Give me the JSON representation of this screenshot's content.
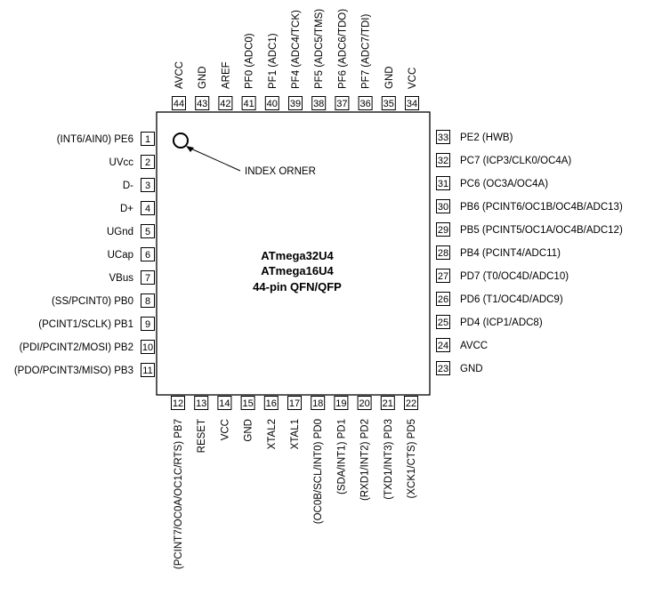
{
  "chip": {
    "lines": [
      "ATmega32U4",
      "ATmega16U4",
      "44-pin QFN/QFP"
    ],
    "index_label": "INDEX ORNER"
  },
  "pins": {
    "left": [
      {
        "n": "1",
        "label": "(INT6/AIN0) PE6"
      },
      {
        "n": "2",
        "label": "UVcc"
      },
      {
        "n": "3",
        "label": "D-"
      },
      {
        "n": "4",
        "label": "D+"
      },
      {
        "n": "5",
        "label": "UGnd"
      },
      {
        "n": "6",
        "label": "UCap"
      },
      {
        "n": "7",
        "label": "VBus"
      },
      {
        "n": "8",
        "label": "(SS/PCINT0) PB0"
      },
      {
        "n": "9",
        "label": "(PCINT1/SCLK) PB1"
      },
      {
        "n": "10",
        "label": "(PDI/PCINT2/MOSI) PB2"
      },
      {
        "n": "11",
        "label": "(PDO/PCINT3/MISO) PB3"
      }
    ],
    "bottom": [
      {
        "n": "12",
        "label": "(PCINT7/OC0A/OC1C/RTS) PB7"
      },
      {
        "n": "13",
        "label": "RESET"
      },
      {
        "n": "14",
        "label": "VCC"
      },
      {
        "n": "15",
        "label": "GND"
      },
      {
        "n": "16",
        "label": "XTAL2"
      },
      {
        "n": "17",
        "label": "XTAL1"
      },
      {
        "n": "18",
        "label": "(OC0B/SCL/INT0) PD0"
      },
      {
        "n": "19",
        "label": "(SDA/INT1) PD1"
      },
      {
        "n": "20",
        "label": "(RXD1/INT2) PD2"
      },
      {
        "n": "21",
        "label": "(TXD1/INT3) PD3"
      },
      {
        "n": "22",
        "label": "(XCK1/CTS) PD5"
      }
    ],
    "right": [
      {
        "n": "23",
        "label": "GND"
      },
      {
        "n": "24",
        "label": "AVCC"
      },
      {
        "n": "25",
        "label": "PD4 (ICP1/ADC8)"
      },
      {
        "n": "26",
        "label": "PD6 (T1/OC4D/ADC9)"
      },
      {
        "n": "27",
        "label": "PD7 (T0/OC4D/ADC10)"
      },
      {
        "n": "28",
        "label": "PB4 (PCINT4/ADC11)"
      },
      {
        "n": "29",
        "label": "PB5 (PCINT5/OC1A/OC4B/ADC12)"
      },
      {
        "n": "30",
        "label": "PB6 (PCINT6/OC1B/OC4B/ADC13)"
      },
      {
        "n": "31",
        "label": "PC6 (OC3A/OC4A)"
      },
      {
        "n": "32",
        "label": "PC7 (ICP3/CLK0/OC4A)"
      },
      {
        "n": "33",
        "label": "PE2 (HWB)"
      }
    ],
    "top": [
      {
        "n": "34",
        "label": "VCC"
      },
      {
        "n": "35",
        "label": "GND"
      },
      {
        "n": "36",
        "label": "PF7 (ADC7/TDI)"
      },
      {
        "n": "37",
        "label": "PF6 (ADC6/TDO)"
      },
      {
        "n": "38",
        "label": "PF5 (ADC5/TMS)"
      },
      {
        "n": "39",
        "label": "PF4 (ADC4/TCK)"
      },
      {
        "n": "40",
        "label": "PF1 (ADC1)"
      },
      {
        "n": "41",
        "label": "PF0 (ADC0)"
      },
      {
        "n": "42",
        "label": "AREF"
      },
      {
        "n": "43",
        "label": "GND"
      },
      {
        "n": "44",
        "label": "AVCC"
      }
    ]
  }
}
